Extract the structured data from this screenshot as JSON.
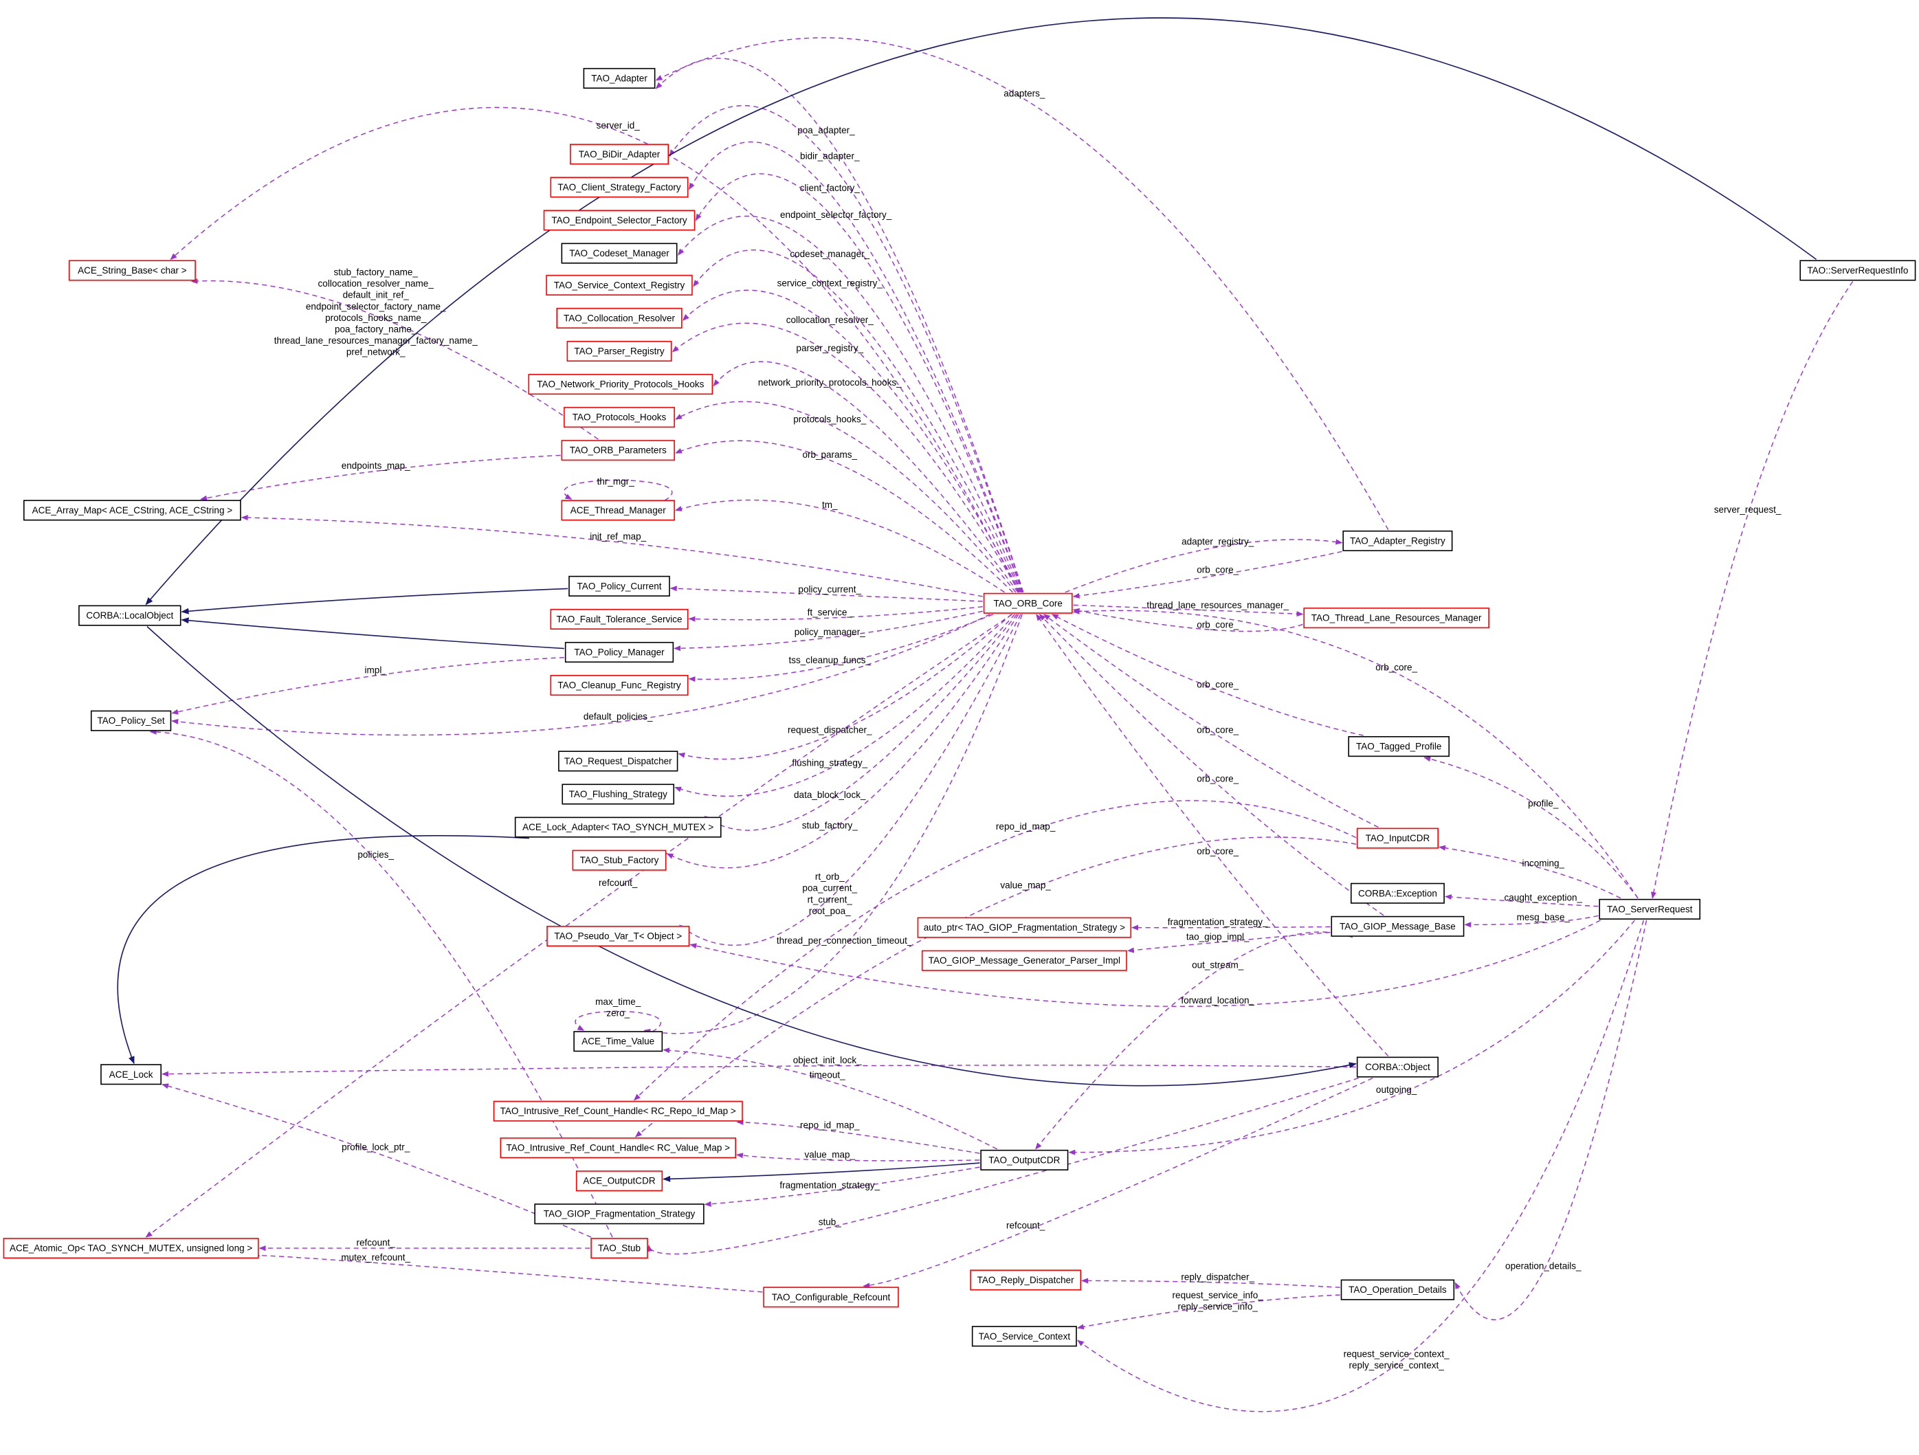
{
  "diagram": {
    "type": "collaboration-graph",
    "colors": {
      "member_edge": "#9a32cd",
      "inherit_edge": "#191970",
      "incomplete_border": "#ff0000",
      "complete_border": "#000000",
      "focus_fill": "#bfbfbf"
    },
    "nodes": [
      {
        "id": "tao_adapter",
        "label": "TAO_Adapter",
        "style": "complete"
      },
      {
        "id": "bidir",
        "label": "TAO_BiDir_Adapter",
        "style": "incomplete"
      },
      {
        "id": "client_sf",
        "label": "TAO_Client_Strategy_Factory",
        "style": "incomplete"
      },
      {
        "id": "endpoint_sf",
        "label": "TAO_Endpoint_Selector_Factory",
        "style": "incomplete"
      },
      {
        "id": "codeset",
        "label": "TAO_Codeset_Manager",
        "style": "complete"
      },
      {
        "id": "scr",
        "label": "TAO_Service_Context_Registry",
        "style": "incomplete"
      },
      {
        "id": "colloc",
        "label": "TAO_Collocation_Resolver",
        "style": "incomplete"
      },
      {
        "id": "parser",
        "label": "TAO_Parser_Registry",
        "style": "incomplete"
      },
      {
        "id": "nppH",
        "label": "TAO_Network_Priority_Protocols_Hooks",
        "style": "incomplete"
      },
      {
        "id": "protoH",
        "label": "TAO_Protocols_Hooks",
        "style": "incomplete"
      },
      {
        "id": "orbparams",
        "label": "TAO_ORB_Parameters",
        "style": "incomplete"
      },
      {
        "id": "threadmgr",
        "label": "ACE_Thread_Manager",
        "style": "incomplete"
      },
      {
        "id": "polcur",
        "label": "TAO_Policy_Current",
        "style": "complete"
      },
      {
        "id": "ft",
        "label": "TAO_Fault_Tolerance_Service",
        "style": "incomplete"
      },
      {
        "id": "polmgr",
        "label": "TAO_Policy_Manager",
        "style": "complete"
      },
      {
        "id": "cleanup",
        "label": "TAO_Cleanup_Func_Registry",
        "style": "incomplete"
      },
      {
        "id": "reqdisp",
        "label": "TAO_Request_Dispatcher",
        "style": "complete"
      },
      {
        "id": "flush",
        "label": "TAO_Flushing_Strategy",
        "style": "complete"
      },
      {
        "id": "lockadapter",
        "label": "ACE_Lock_Adapter< TAO_SYNCH_MUTEX >",
        "style": "complete"
      },
      {
        "id": "stubfactory",
        "label": "TAO_Stub_Factory",
        "style": "incomplete"
      },
      {
        "id": "pseudovar",
        "label": "TAO_Pseudo_Var_T< Object >",
        "style": "incomplete"
      },
      {
        "id": "timevalue",
        "label": "ACE_Time_Value",
        "style": "complete"
      },
      {
        "id": "ircrepo",
        "label": "TAO_Intrusive_Ref_Count_Handle< RC_Repo_Id_Map >",
        "style": "incomplete"
      },
      {
        "id": "ircvalue",
        "label": "TAO_Intrusive_Ref_Count_Handle< RC_Value_Map >",
        "style": "incomplete"
      },
      {
        "id": "aceout",
        "label": "ACE_OutputCDR",
        "style": "incomplete"
      },
      {
        "id": "giopfrag",
        "label": "TAO_GIOP_Fragmentation_Strategy",
        "style": "complete"
      },
      {
        "id": "stub",
        "label": "TAO_Stub",
        "style": "incomplete"
      },
      {
        "id": "confref",
        "label": "TAO_Configurable_Refcount",
        "style": "incomplete"
      },
      {
        "id": "strbase",
        "label": "ACE_String_Base< char >",
        "style": "incomplete"
      },
      {
        "id": "arraymap",
        "label": "ACE_Array_Map< ACE_CString, ACE_CString >",
        "style": "complete"
      },
      {
        "id": "localobj",
        "label": "CORBA::LocalObject",
        "style": "complete"
      },
      {
        "id": "polset",
        "label": "TAO_Policy_Set",
        "style": "complete"
      },
      {
        "id": "acelock",
        "label": "ACE_Lock",
        "style": "complete"
      },
      {
        "id": "atomic",
        "label": "ACE_Atomic_Op< TAO_SYNCH_MUTEX, unsigned long >",
        "style": "incomplete"
      },
      {
        "id": "orbcore",
        "label": "TAO_ORB_Core",
        "style": "incomplete"
      },
      {
        "id": "adreg",
        "label": "TAO_Adapter_Registry",
        "style": "complete"
      },
      {
        "id": "tlrm",
        "label": "TAO_Thread_Lane_Resources_Manager",
        "style": "incomplete"
      },
      {
        "id": "tagged",
        "label": "TAO_Tagged_Profile",
        "style": "complete"
      },
      {
        "id": "inputcdr",
        "label": "TAO_InputCDR",
        "style": "incomplete"
      },
      {
        "id": "exception",
        "label": "CORBA::Exception",
        "style": "complete"
      },
      {
        "id": "giopmb",
        "label": "TAO_GIOP_Message_Base",
        "style": "complete"
      },
      {
        "id": "autoptr",
        "label": "auto_ptr< TAO_GIOP_Fragmentation_Strategy >",
        "style": "incomplete"
      },
      {
        "id": "genparser",
        "label": "TAO_GIOP_Message_Generator_Parser_Impl",
        "style": "incomplete"
      },
      {
        "id": "corbaobj",
        "label": "CORBA::Object",
        "style": "complete"
      },
      {
        "id": "outputcdr",
        "label": "TAO_OutputCDR",
        "style": "complete"
      },
      {
        "id": "servreq",
        "label": "TAO_ServerRequest",
        "style": "complete"
      },
      {
        "id": "replydisp",
        "label": "TAO_Reply_Dispatcher",
        "style": "incomplete"
      },
      {
        "id": "opdetails",
        "label": "TAO_Operation_Details",
        "style": "complete"
      },
      {
        "id": "servctx",
        "label": "TAO_Service_Context",
        "style": "complete"
      },
      {
        "id": "sri",
        "label": "TAO::ServerRequestInfo",
        "style": "focus"
      }
    ],
    "edges": [
      {
        "from": "adreg",
        "to": "tao_adapter",
        "kind": "member",
        "labels": [
          "adapters_"
        ]
      },
      {
        "from": "orbcore",
        "to": "tao_adapter",
        "kind": "member",
        "labels": [
          "poa_adapter_"
        ]
      },
      {
        "from": "orbcore",
        "to": "strbase",
        "kind": "member",
        "labels": [
          "server_id_"
        ]
      },
      {
        "from": "orbcore",
        "to": "bidir",
        "kind": "member",
        "labels": [
          "bidir_adapter_"
        ]
      },
      {
        "from": "orbcore",
        "to": "client_sf",
        "kind": "member",
        "labels": [
          "client_factory_"
        ]
      },
      {
        "from": "orbcore",
        "to": "endpoint_sf",
        "kind": "member",
        "labels": [
          "endpoint_selector_factory_"
        ]
      },
      {
        "from": "orbcore",
        "to": "codeset",
        "kind": "member",
        "labels": [
          "codeset_manager_"
        ]
      },
      {
        "from": "orbcore",
        "to": "scr",
        "kind": "member",
        "labels": [
          "service_context_registry_"
        ]
      },
      {
        "from": "orbcore",
        "to": "colloc",
        "kind": "member",
        "labels": [
          "collocation_resolver_"
        ]
      },
      {
        "from": "orbcore",
        "to": "parser",
        "kind": "member",
        "labels": [
          "parser_registry_"
        ]
      },
      {
        "from": "orbcore",
        "to": "nppH",
        "kind": "member",
        "labels": [
          "network_priority_protocols_hooks_"
        ]
      },
      {
        "from": "orbcore",
        "to": "protoH",
        "kind": "member",
        "labels": [
          "protocols_hooks_"
        ]
      },
      {
        "from": "orbcore",
        "to": "orbparams",
        "kind": "member",
        "labels": [
          "orb_params_"
        ]
      },
      {
        "from": "orbcore",
        "to": "threadmgr",
        "kind": "member",
        "labels": [
          "tm_"
        ]
      },
      {
        "from": "orbcore",
        "to": "arraymap",
        "kind": "member",
        "labels": [
          "init_ref_map_"
        ]
      },
      {
        "from": "orbparams",
        "to": "arraymap",
        "kind": "member",
        "labels": [
          "endpoints_map_"
        ]
      },
      {
        "from": "orbparams",
        "to": "strbase",
        "kind": "member",
        "labels": [
          "stub_factory_name_",
          "collocation_resolver_name_",
          "default_init_ref_",
          "endpoint_selector_factory_name_",
          "protocols_hooks_name_",
          "poa_factory_name_",
          "thread_lane_resources_manager_factory_name_",
          "pref_network_"
        ]
      },
      {
        "from": "orbcore",
        "to": "polcur",
        "kind": "member",
        "labels": [
          "policy_current_"
        ]
      },
      {
        "from": "orbcore",
        "to": "ft",
        "kind": "member",
        "labels": [
          "ft_service_"
        ]
      },
      {
        "from": "orbcore",
        "to": "polmgr",
        "kind": "member",
        "labels": [
          "policy_manager_"
        ]
      },
      {
        "from": "orbcore",
        "to": "cleanup",
        "kind": "member",
        "labels": [
          "tss_cleanup_funcs_"
        ]
      },
      {
        "from": "orbcore",
        "to": "polset",
        "kind": "member",
        "labels": [
          "default_policies_"
        ]
      },
      {
        "from": "polmgr",
        "to": "polset",
        "kind": "member",
        "labels": [
          "impl_"
        ]
      },
      {
        "from": "orbcore",
        "to": "reqdisp",
        "kind": "member",
        "labels": [
          "request_dispatcher_"
        ]
      },
      {
        "from": "orbcore",
        "to": "flush",
        "kind": "member",
        "labels": [
          "flushing_strategy_"
        ]
      },
      {
        "from": "orbcore",
        "to": "lockadapter",
        "kind": "member",
        "labels": [
          "data_block_lock_"
        ]
      },
      {
        "from": "orbcore",
        "to": "stubfactory",
        "kind": "member",
        "labels": [
          "stub_factory_"
        ]
      },
      {
        "from": "orbcore",
        "to": "atomic",
        "kind": "member",
        "labels": [
          "refcount_"
        ]
      },
      {
        "from": "stub",
        "to": "polset",
        "kind": "member",
        "labels": [
          "policies_"
        ]
      },
      {
        "from": "orbcore",
        "to": "pseudovar",
        "kind": "member",
        "labels": [
          "rt_orb_",
          "poa_current_",
          "rt_current_",
          "root_poa_"
        ]
      },
      {
        "from": "orbcore",
        "to": "timevalue",
        "kind": "member",
        "labels": [
          "thread_per_connection_timeout_"
        ]
      },
      {
        "from": "corbaobj",
        "to": "acelock",
        "kind": "member",
        "labels": [
          "object_init_lock_"
        ]
      },
      {
        "from": "outputcdr",
        "to": "timevalue",
        "kind": "member",
        "labels": [
          "timeout_"
        ]
      },
      {
        "from": "outputcdr",
        "to": "ircrepo",
        "kind": "member",
        "labels": [
          "repo_id_map_"
        ]
      },
      {
        "from": "outputcdr",
        "to": "ircvalue",
        "kind": "member",
        "labels": [
          "value_map_"
        ]
      },
      {
        "from": "outputcdr",
        "to": "giopfrag",
        "kind": "member",
        "labels": [
          "fragmentation_strategy_"
        ]
      },
      {
        "from": "corbaobj",
        "to": "stub",
        "kind": "member",
        "labels": [
          "stub_"
        ]
      },
      {
        "from": "stub",
        "to": "atomic",
        "kind": "member",
        "labels": [
          "refcount_"
        ]
      },
      {
        "from": "confref",
        "to": "atomic",
        "kind": "member",
        "labels": [
          "mutex_refcount_"
        ]
      },
      {
        "from": "stub",
        "to": "acelock",
        "kind": "member",
        "labels": [
          "profile_lock_ptr_"
        ]
      },
      {
        "from": "corbaobj",
        "to": "confref",
        "kind": "member",
        "labels": [
          "refcount_"
        ]
      },
      {
        "from": "inputcdr",
        "to": "ircrepo",
        "kind": "member",
        "labels": [
          "repo_id_map_"
        ]
      },
      {
        "from": "inputcdr",
        "to": "ircvalue",
        "kind": "member",
        "labels": [
          "value_map_"
        ]
      },
      {
        "from": "orbcore",
        "to": "adreg",
        "kind": "member",
        "labels": [
          "adapter_registry_"
        ]
      },
      {
        "from": "adreg",
        "to": "orbcore",
        "kind": "member",
        "labels": [
          "orb_core_"
        ]
      },
      {
        "from": "orbcore",
        "to": "tlrm",
        "kind": "member",
        "labels": [
          "thread_lane_resources_manager_"
        ]
      },
      {
        "from": "tlrm",
        "to": "orbcore",
        "kind": "member",
        "labels": [
          "orb_core_"
        ]
      },
      {
        "from": "servreq",
        "to": "orbcore",
        "kind": "member",
        "labels": [
          "orb_core_"
        ]
      },
      {
        "from": "tagged",
        "to": "orbcore",
        "kind": "member",
        "labels": [
          "orb_core_"
        ]
      },
      {
        "from": "inputcdr",
        "to": "orbcore",
        "kind": "member",
        "labels": [
          "orb_core_"
        ]
      },
      {
        "from": "giopmb",
        "to": "orbcore",
        "kind": "member",
        "labels": [
          "orb_core_"
        ]
      },
      {
        "from": "corbaobj",
        "to": "orbcore",
        "kind": "member",
        "labels": [
          "orb_core_"
        ]
      },
      {
        "from": "servreq",
        "to": "tagged",
        "kind": "member",
        "labels": [
          "profile_"
        ]
      },
      {
        "from": "servreq",
        "to": "inputcdr",
        "kind": "member",
        "labels": [
          "incoming_"
        ]
      },
      {
        "from": "servreq",
        "to": "exception",
        "kind": "member",
        "labels": [
          "caught_exception_"
        ]
      },
      {
        "from": "servreq",
        "to": "giopmb",
        "kind": "member",
        "labels": [
          "mesg_base_"
        ]
      },
      {
        "from": "giopmb",
        "to": "autoptr",
        "kind": "member",
        "labels": [
          "fragmentation_strategy_"
        ]
      },
      {
        "from": "giopmb",
        "to": "genparser",
        "kind": "member",
        "labels": [
          "tao_giop_impl_"
        ]
      },
      {
        "from": "giopmb",
        "to": "outputcdr",
        "kind": "member",
        "labels": [
          "out_stream_"
        ]
      },
      {
        "from": "servreq",
        "to": "pseudovar",
        "kind": "member",
        "labels": [
          "forward_location_"
        ]
      },
      {
        "from": "servreq",
        "to": "outputcdr",
        "kind": "member",
        "labels": [
          "outgoing_"
        ]
      },
      {
        "from": "sri",
        "to": "servreq",
        "kind": "member",
        "labels": [
          "server_request_"
        ]
      },
      {
        "from": "servreq",
        "to": "opdetails",
        "kind": "member",
        "labels": [
          "operation_details_"
        ]
      },
      {
        "from": "opdetails",
        "to": "replydisp",
        "kind": "member",
        "labels": [
          "reply_dispatcher_"
        ]
      },
      {
        "from": "opdetails",
        "to": "servctx",
        "kind": "member",
        "labels": [
          "request_service_info_",
          "reply_service_info_"
        ]
      },
      {
        "from": "servreq",
        "to": "servctx",
        "kind": "member",
        "labels": [
          "request_service_context_",
          "reply_service_context_"
        ]
      },
      {
        "from": "threadmgr",
        "to": "threadmgr",
        "kind": "member",
        "labels": [
          "thr_mgr_"
        ]
      },
      {
        "from": "timevalue",
        "to": "timevalue",
        "kind": "member",
        "labels": [
          "max_time_",
          "zero_"
        ]
      },
      {
        "from": "sri",
        "to": "localobj",
        "kind": "inherit",
        "labels": []
      },
      {
        "from": "polcur",
        "to": "localobj",
        "kind": "inherit",
        "labels": []
      },
      {
        "from": "polmgr",
        "to": "localobj",
        "kind": "inherit",
        "labels": []
      },
      {
        "from": "lockadapter",
        "to": "acelock",
        "kind": "inherit",
        "labels": []
      },
      {
        "from": "outputcdr",
        "to": "aceout",
        "kind": "inherit",
        "labels": []
      },
      {
        "from": "localobj",
        "to": "corbaobj",
        "kind": "inherit",
        "labels": []
      }
    ]
  }
}
